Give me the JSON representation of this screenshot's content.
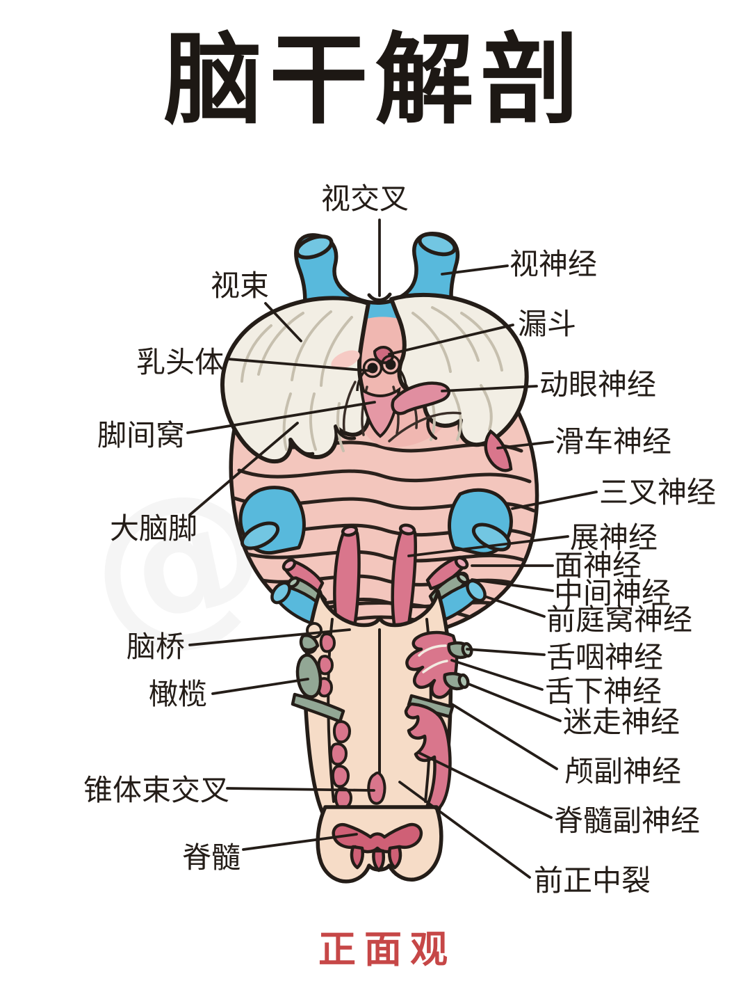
{
  "title": "脑干解剖",
  "caption": {
    "text": "正面观",
    "color": "#c64747"
  },
  "watermark": "@",
  "colors": {
    "outline": "#241d18",
    "label_text": "#241d18",
    "caption_red": "#c64747",
    "chiasm_blue": "#58b9dc",
    "chiasm_blue_light": "#72c6e2",
    "pons_pink": "#f3c6bd",
    "midbrain_pink": "#f0b7b1",
    "fossa_pink": "#e598a5",
    "rose": "#d9768c",
    "rose_deep": "#cf6076",
    "cream": "#f6dcc7",
    "ivory_white": "#f2eee4",
    "sage_green": "#92a795"
  },
  "labels": [
    {
      "name": "optic-chiasm",
      "text": "视交叉"
    },
    {
      "name": "optic-nerve",
      "text": "视神经"
    },
    {
      "name": "optic-tract",
      "text": "视束"
    },
    {
      "name": "infundibulum",
      "text": "漏斗"
    },
    {
      "name": "mammillary-body",
      "text": "乳头体"
    },
    {
      "name": "oculomotor-nerve",
      "text": "动眼神经"
    },
    {
      "name": "interpeduncular-fossa",
      "text": "脚间窝"
    },
    {
      "name": "trochlear-nerve",
      "text": "滑车神经"
    },
    {
      "name": "trigeminal-nerve",
      "text": "三叉神经"
    },
    {
      "name": "cerebral-peduncle",
      "text": "大脑脚"
    },
    {
      "name": "abducens-nerve",
      "text": "展神经"
    },
    {
      "name": "facial-nerve",
      "text": "面神经"
    },
    {
      "name": "intermediate-nerve",
      "text": "中间神经"
    },
    {
      "name": "vestibulocochlear-nerve",
      "text": "前庭窝神经"
    },
    {
      "name": "pons",
      "text": "脑桥"
    },
    {
      "name": "glossopharyngeal-nerve",
      "text": "舌咽神经"
    },
    {
      "name": "olive",
      "text": "橄榄"
    },
    {
      "name": "hypoglossal-nerve",
      "text": "舌下神经"
    },
    {
      "name": "vagus-nerve",
      "text": "迷走神经"
    },
    {
      "name": "cranial-accessory-nerve",
      "text": "颅副神经"
    },
    {
      "name": "pyramidal-decussation",
      "text": "锥体束交叉"
    },
    {
      "name": "spinal-accessory-nerve",
      "text": "脊髓副神经"
    },
    {
      "name": "spinal-cord",
      "text": "脊髓"
    },
    {
      "name": "anterior-median-fissure",
      "text": "前正中裂"
    }
  ]
}
